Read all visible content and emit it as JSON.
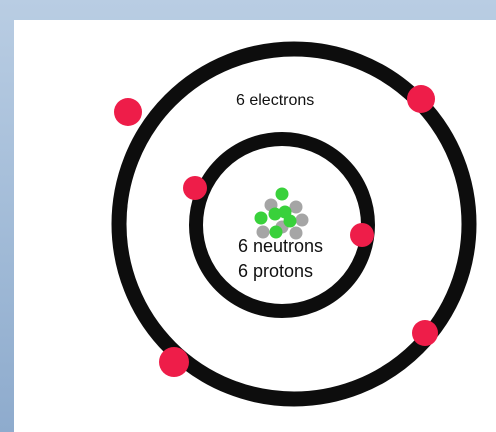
{
  "diagram": {
    "electrons_label": "6 electrons",
    "neutrons_label": "6 neutrons",
    "protons_label": "6 protons",
    "colors": {
      "background_frame": "#a7bfda",
      "panel": "#ffffff",
      "shell": "#0d0d0d",
      "electron": "#ee1d49",
      "neutron": "#a5a5a5",
      "proton": "#39d13b"
    },
    "counts": {
      "electrons": 6,
      "neutrons": 6,
      "protons": 6
    }
  }
}
